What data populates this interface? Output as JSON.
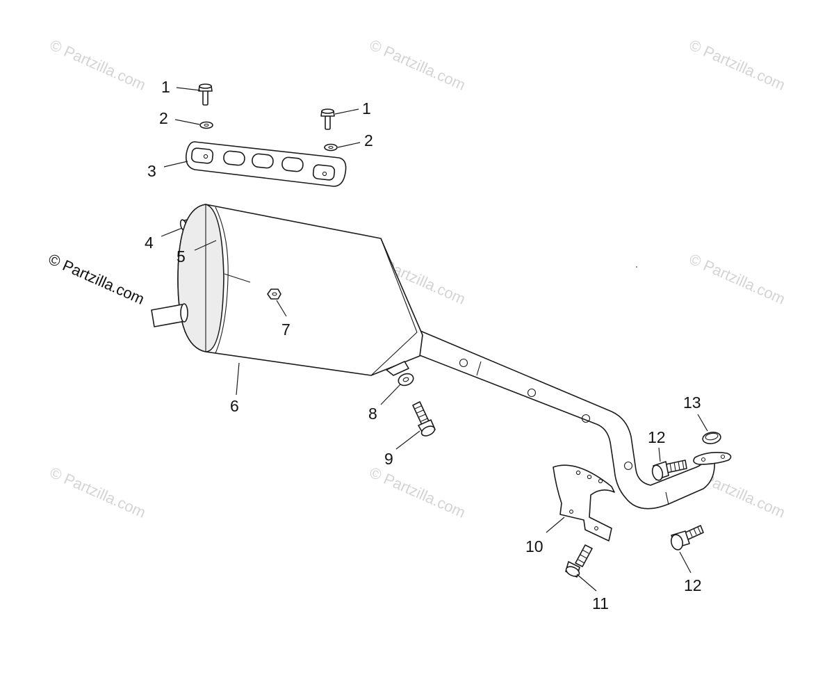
{
  "watermark_text": "© Partzilla.com",
  "credit_text": "© Partzilla.com",
  "colors": {
    "line": "#1a1a1a",
    "watermark": "#d4d4d4",
    "background": "#ffffff"
  },
  "callouts": {
    "c1a": "1",
    "c1b": "1",
    "c2a": "2",
    "c2b": "2",
    "c3": "3",
    "c4": "4",
    "c5": "5",
    "c6": "6",
    "c7": "7",
    "c8": "8",
    "c9": "9",
    "c10": "10",
    "c11": "11",
    "c12a": "12",
    "c12b": "12",
    "c13": "13"
  },
  "parts": [
    {
      "ref": "1",
      "icon": "flange-bolt-icon"
    },
    {
      "ref": "2",
      "icon": "washer-icon"
    },
    {
      "ref": "3",
      "icon": "heat-shield-bracket-icon"
    },
    {
      "ref": "4",
      "icon": "bolt-icon"
    },
    {
      "ref": "5",
      "icon": "washer-icon"
    },
    {
      "ref": "6",
      "icon": "muffler-icon"
    },
    {
      "ref": "7",
      "icon": "nut-icon"
    },
    {
      "ref": "8",
      "icon": "washer-icon"
    },
    {
      "ref": "9",
      "icon": "screw-icon"
    },
    {
      "ref": "10",
      "icon": "head-pipe-bracket-icon"
    },
    {
      "ref": "11",
      "icon": "screw-icon"
    },
    {
      "ref": "12",
      "icon": "flange-bolt-icon"
    },
    {
      "ref": "13",
      "icon": "gasket-ring-icon"
    }
  ]
}
